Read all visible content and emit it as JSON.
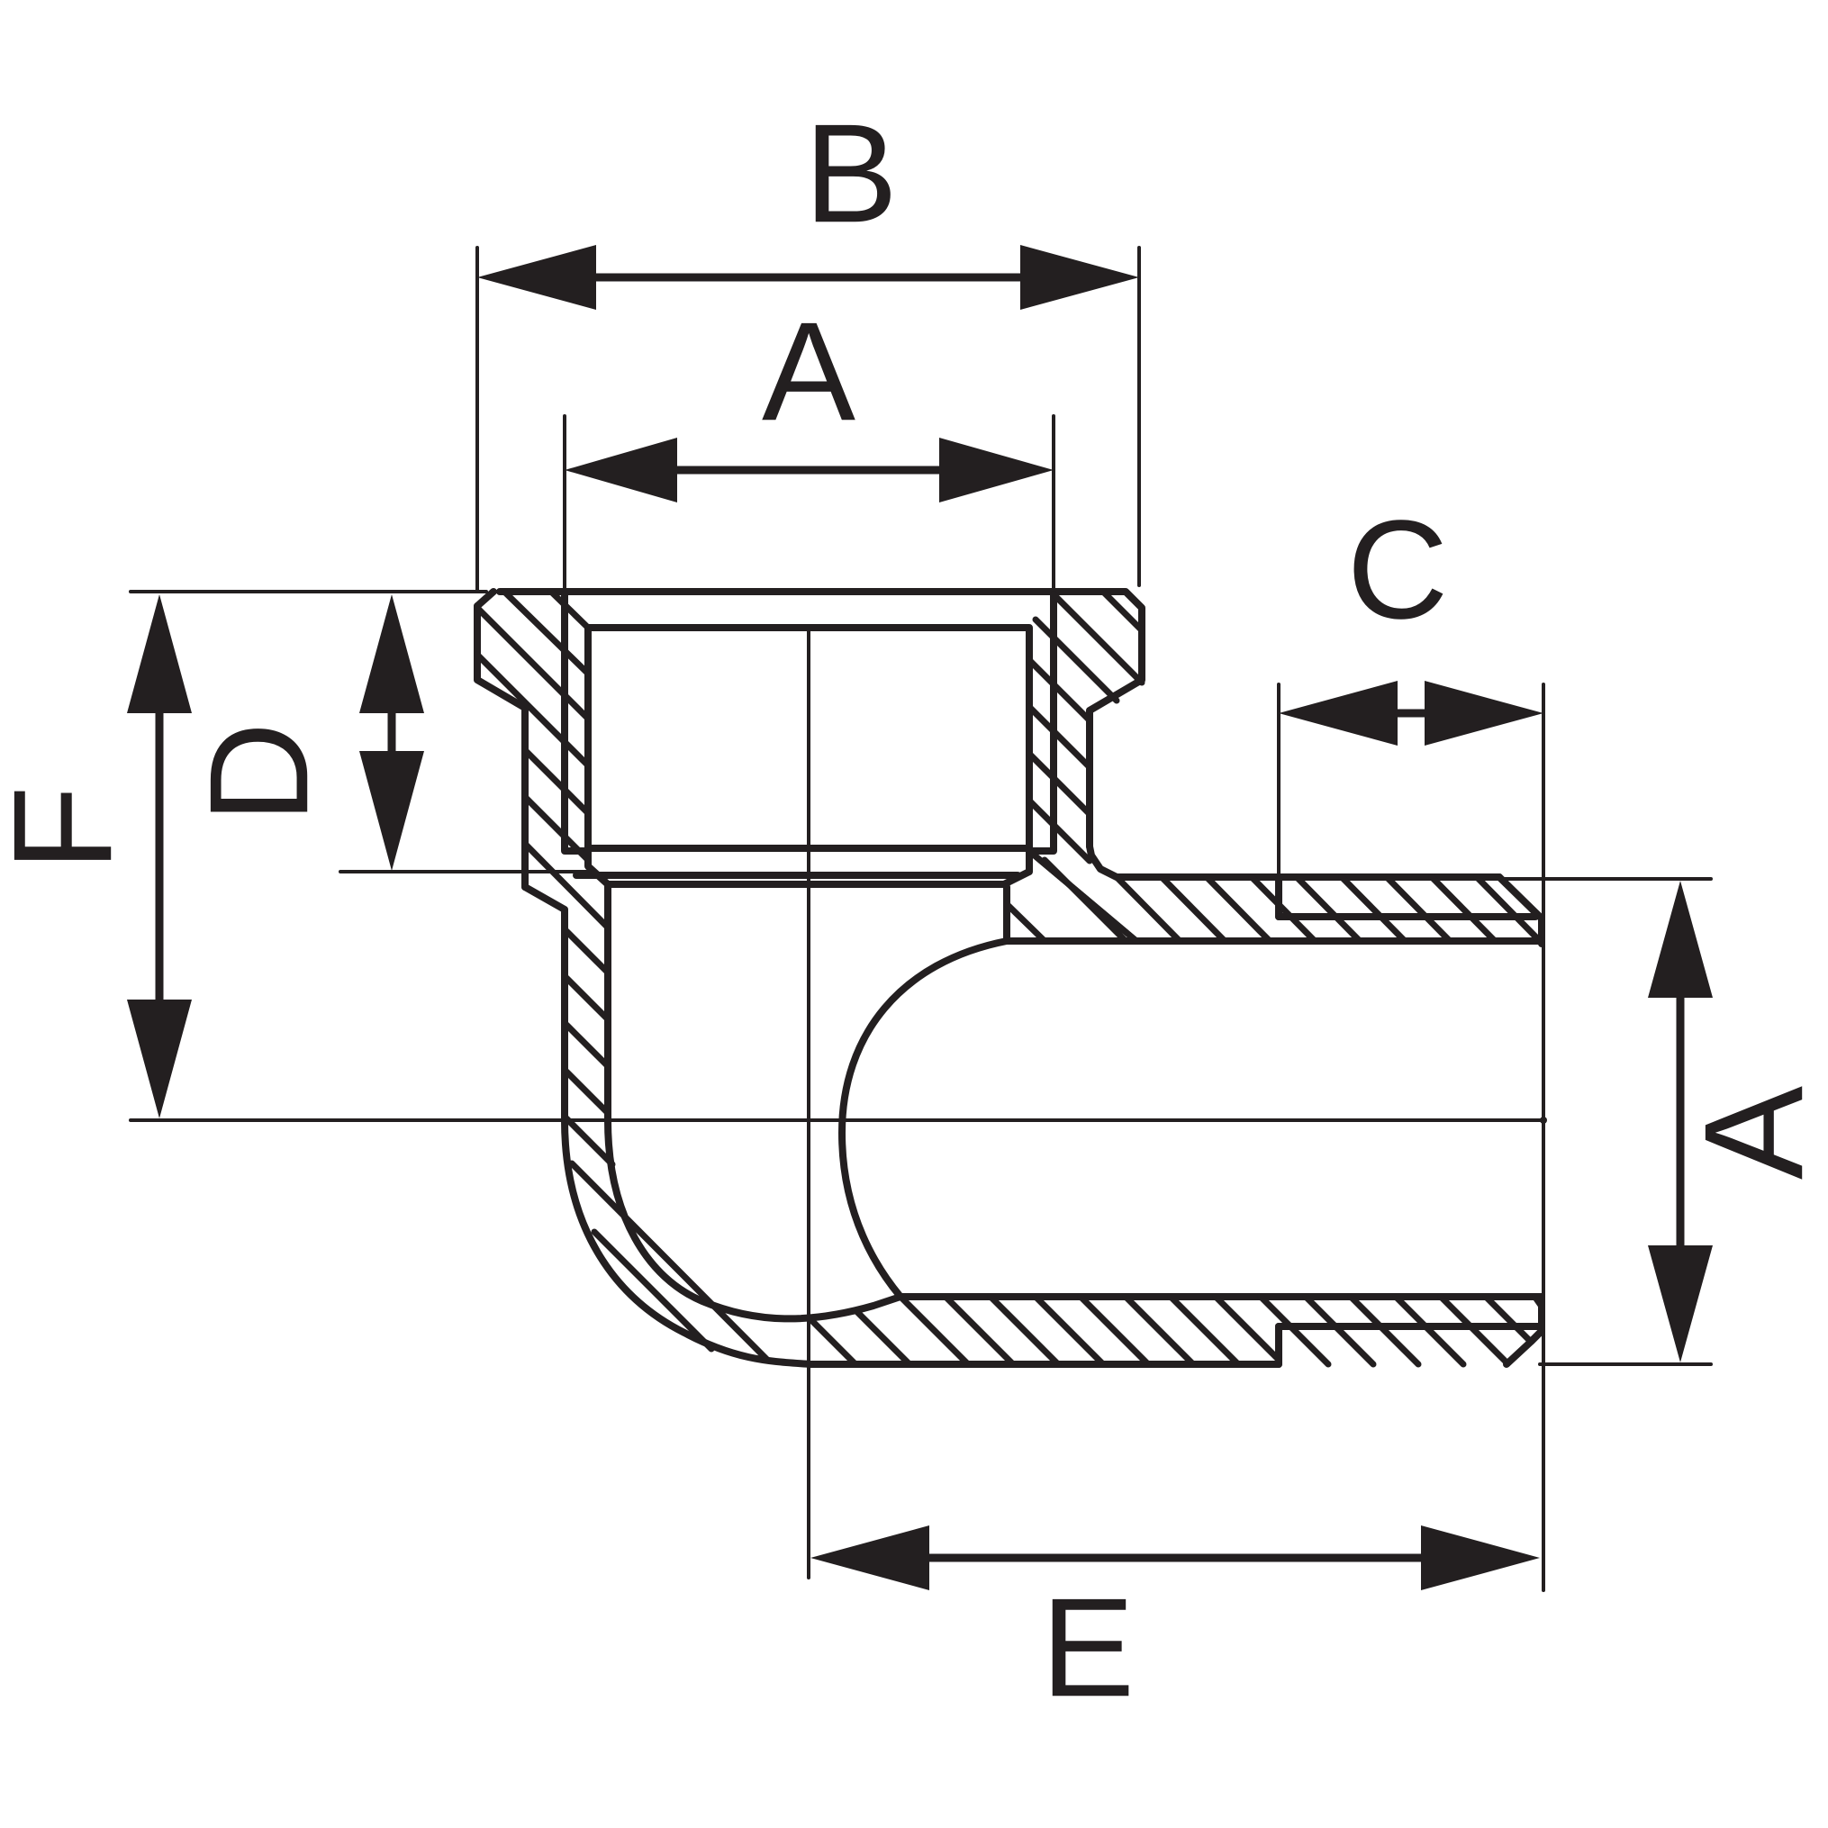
{
  "dimension_labels": {
    "b_top": "B",
    "a_top": "A",
    "c_right": "C",
    "d_left": "D",
    "f_left": "F",
    "a_right": "A",
    "e_bottom": "E"
  },
  "colors": {
    "line": "#231f20",
    "background": "#ffffff"
  }
}
